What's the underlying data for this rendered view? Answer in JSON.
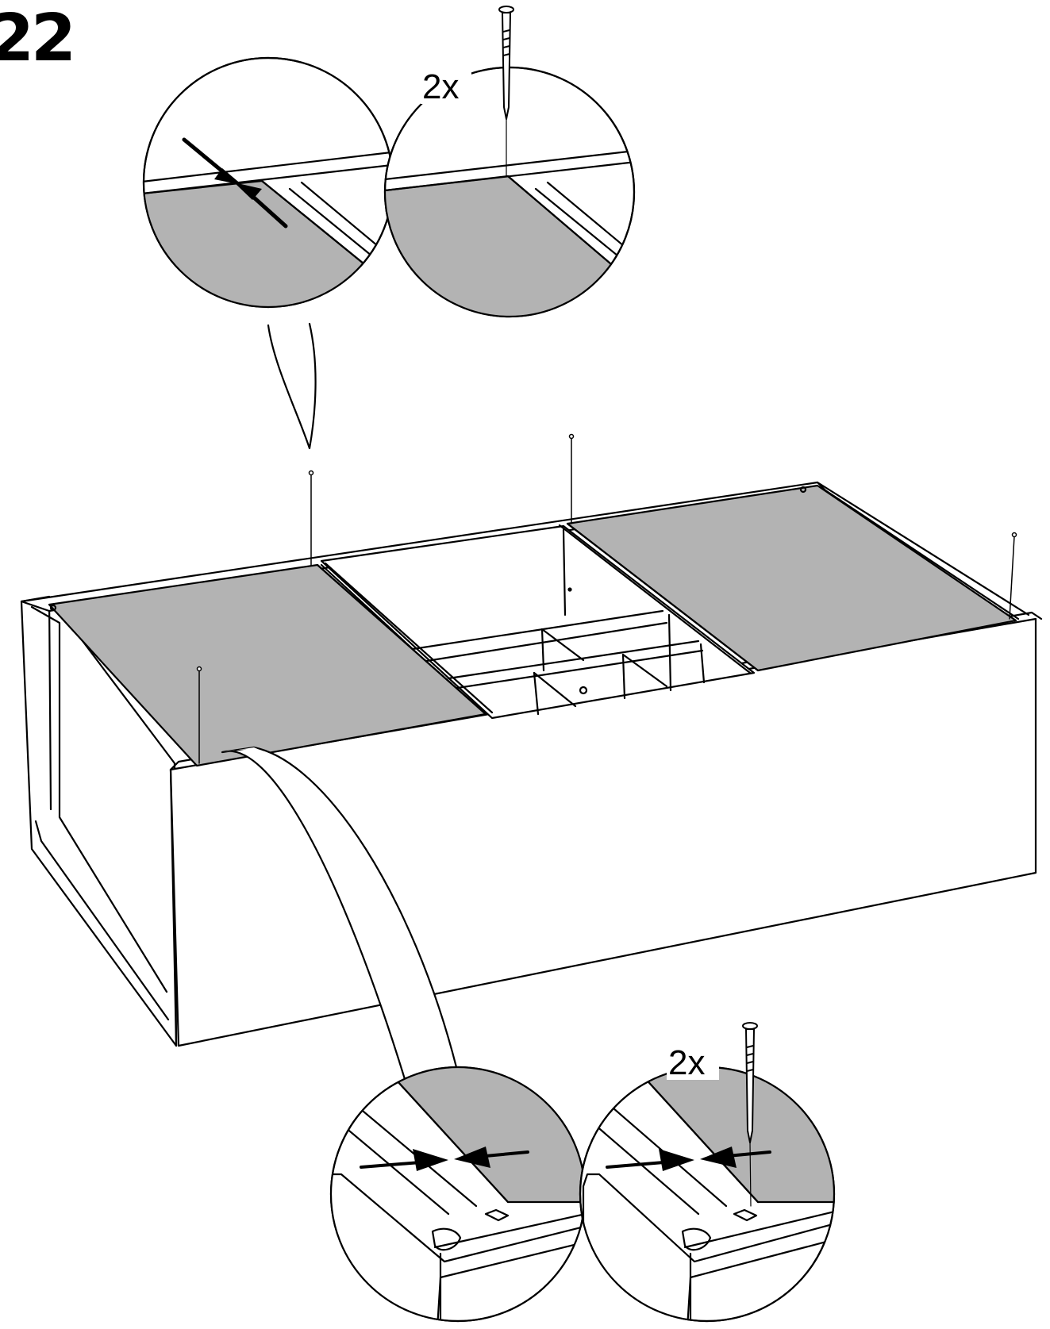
{
  "step": {
    "number": "22"
  },
  "detail_top_right": {
    "quantity_label": "2x"
  },
  "detail_bottom_right": {
    "quantity_label": "2x"
  },
  "colors": {
    "panel_fill": "#b3b3b3",
    "line": "#000000",
    "background": "#ffffff"
  },
  "icons": [
    "nail-icon",
    "compress-arrows-icon"
  ]
}
